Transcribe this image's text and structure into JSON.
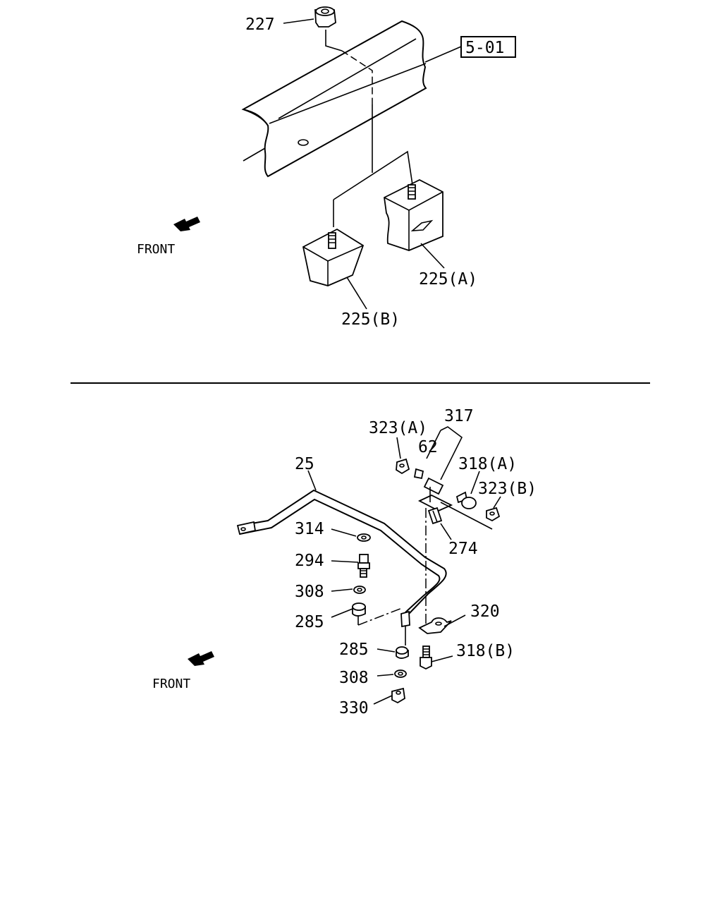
{
  "upper_section": {
    "labels": {
      "p227": "227",
      "ref501": "5-01",
      "p225a": "225(A)",
      "p225b": "225(B)",
      "front": "FRONT"
    }
  },
  "lower_section": {
    "labels": {
      "p323a": "323(A)",
      "p317": "317",
      "p62": "62",
      "p318a": "318(A)",
      "p323b": "323(B)",
      "p25": "25",
      "p314": "314",
      "p294": "294",
      "p308a": "308",
      "p285a": "285",
      "p274": "274",
      "p320": "320",
      "p285b": "285",
      "p318b": "318(B)",
      "p308b": "308",
      "p330": "330",
      "front": "FRONT"
    }
  }
}
